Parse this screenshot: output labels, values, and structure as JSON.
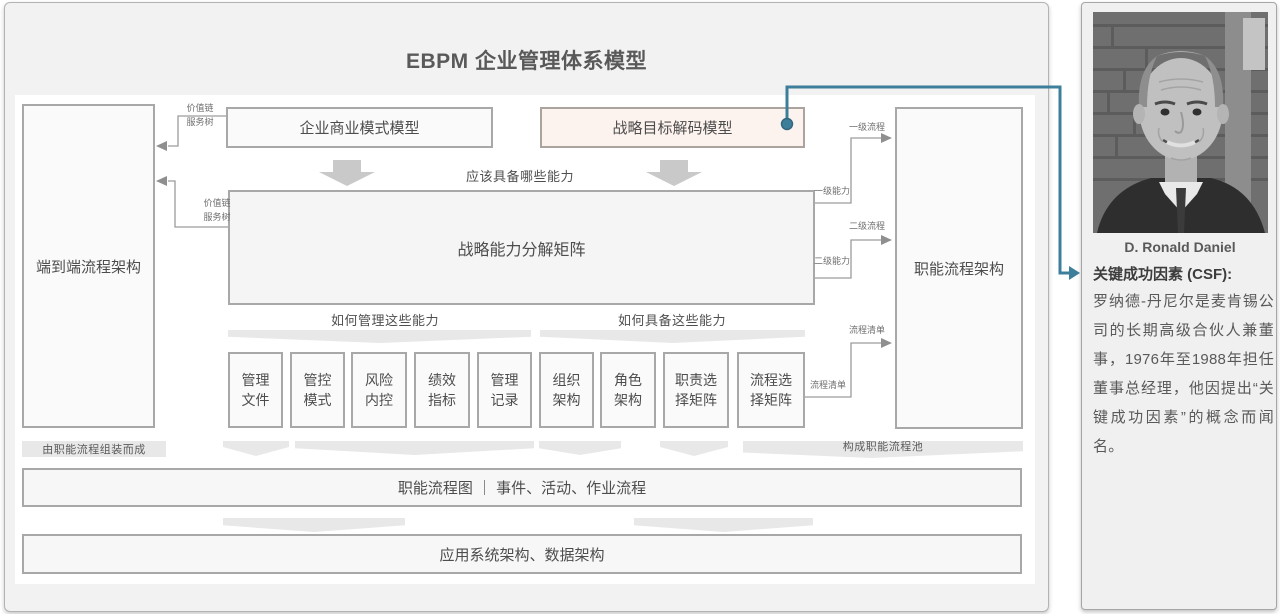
{
  "title": "EBPM 企业管理体系模型",
  "colors": {
    "accent": "#3d7f9b",
    "highlight_fill": "#fdf3ee",
    "box_border": "#a8a8a8"
  },
  "diagram": {
    "boxes": {
      "end_to_end": "端到端流程架构",
      "business_model": "企业商业模式模型",
      "strategy_decode": "战略目标解码模型",
      "capability_matrix": "战略能力分解矩阵",
      "functional_arch": "职能流程架构",
      "functional_flow": "职能流程图 ｜ 事件、活动、作业流程",
      "app_arch": "应用系统架构、数据架构"
    },
    "questions": {
      "which_capabilities": "应该具备哪些能力",
      "how_manage": "如何管理这些能力",
      "how_possess": "如何具备这些能力"
    },
    "small_boxes": [
      "管理\n文件",
      "管控\n模式",
      "风险\n内控",
      "绩效\n指标",
      "管理\n记录",
      "组织\n架构",
      "角色\n架构",
      "职责选\n择矩阵",
      "流程选\n择矩阵"
    ],
    "connectors": {
      "value_chain": "价值链",
      "service_tree": "服务树",
      "l1_process": "一级流程",
      "l1_capability": "一级能力",
      "l2_process": "二级流程",
      "l2_capability": "二级能力",
      "process_list": "流程清单",
      "assembled_note": "由职能流程组装而成",
      "pool_note": "构成职能流程池"
    }
  },
  "sidebar": {
    "photo_caption": "D. Ronald Daniel",
    "heading": "关键成功因素 (CSF):",
    "body": "罗纳德-丹尼尔是麦肯锡公司的长期高级合伙人兼董事，1976年至1988年担任董事总经理，他因提出“关键成功因素”的概念而闻名。"
  }
}
